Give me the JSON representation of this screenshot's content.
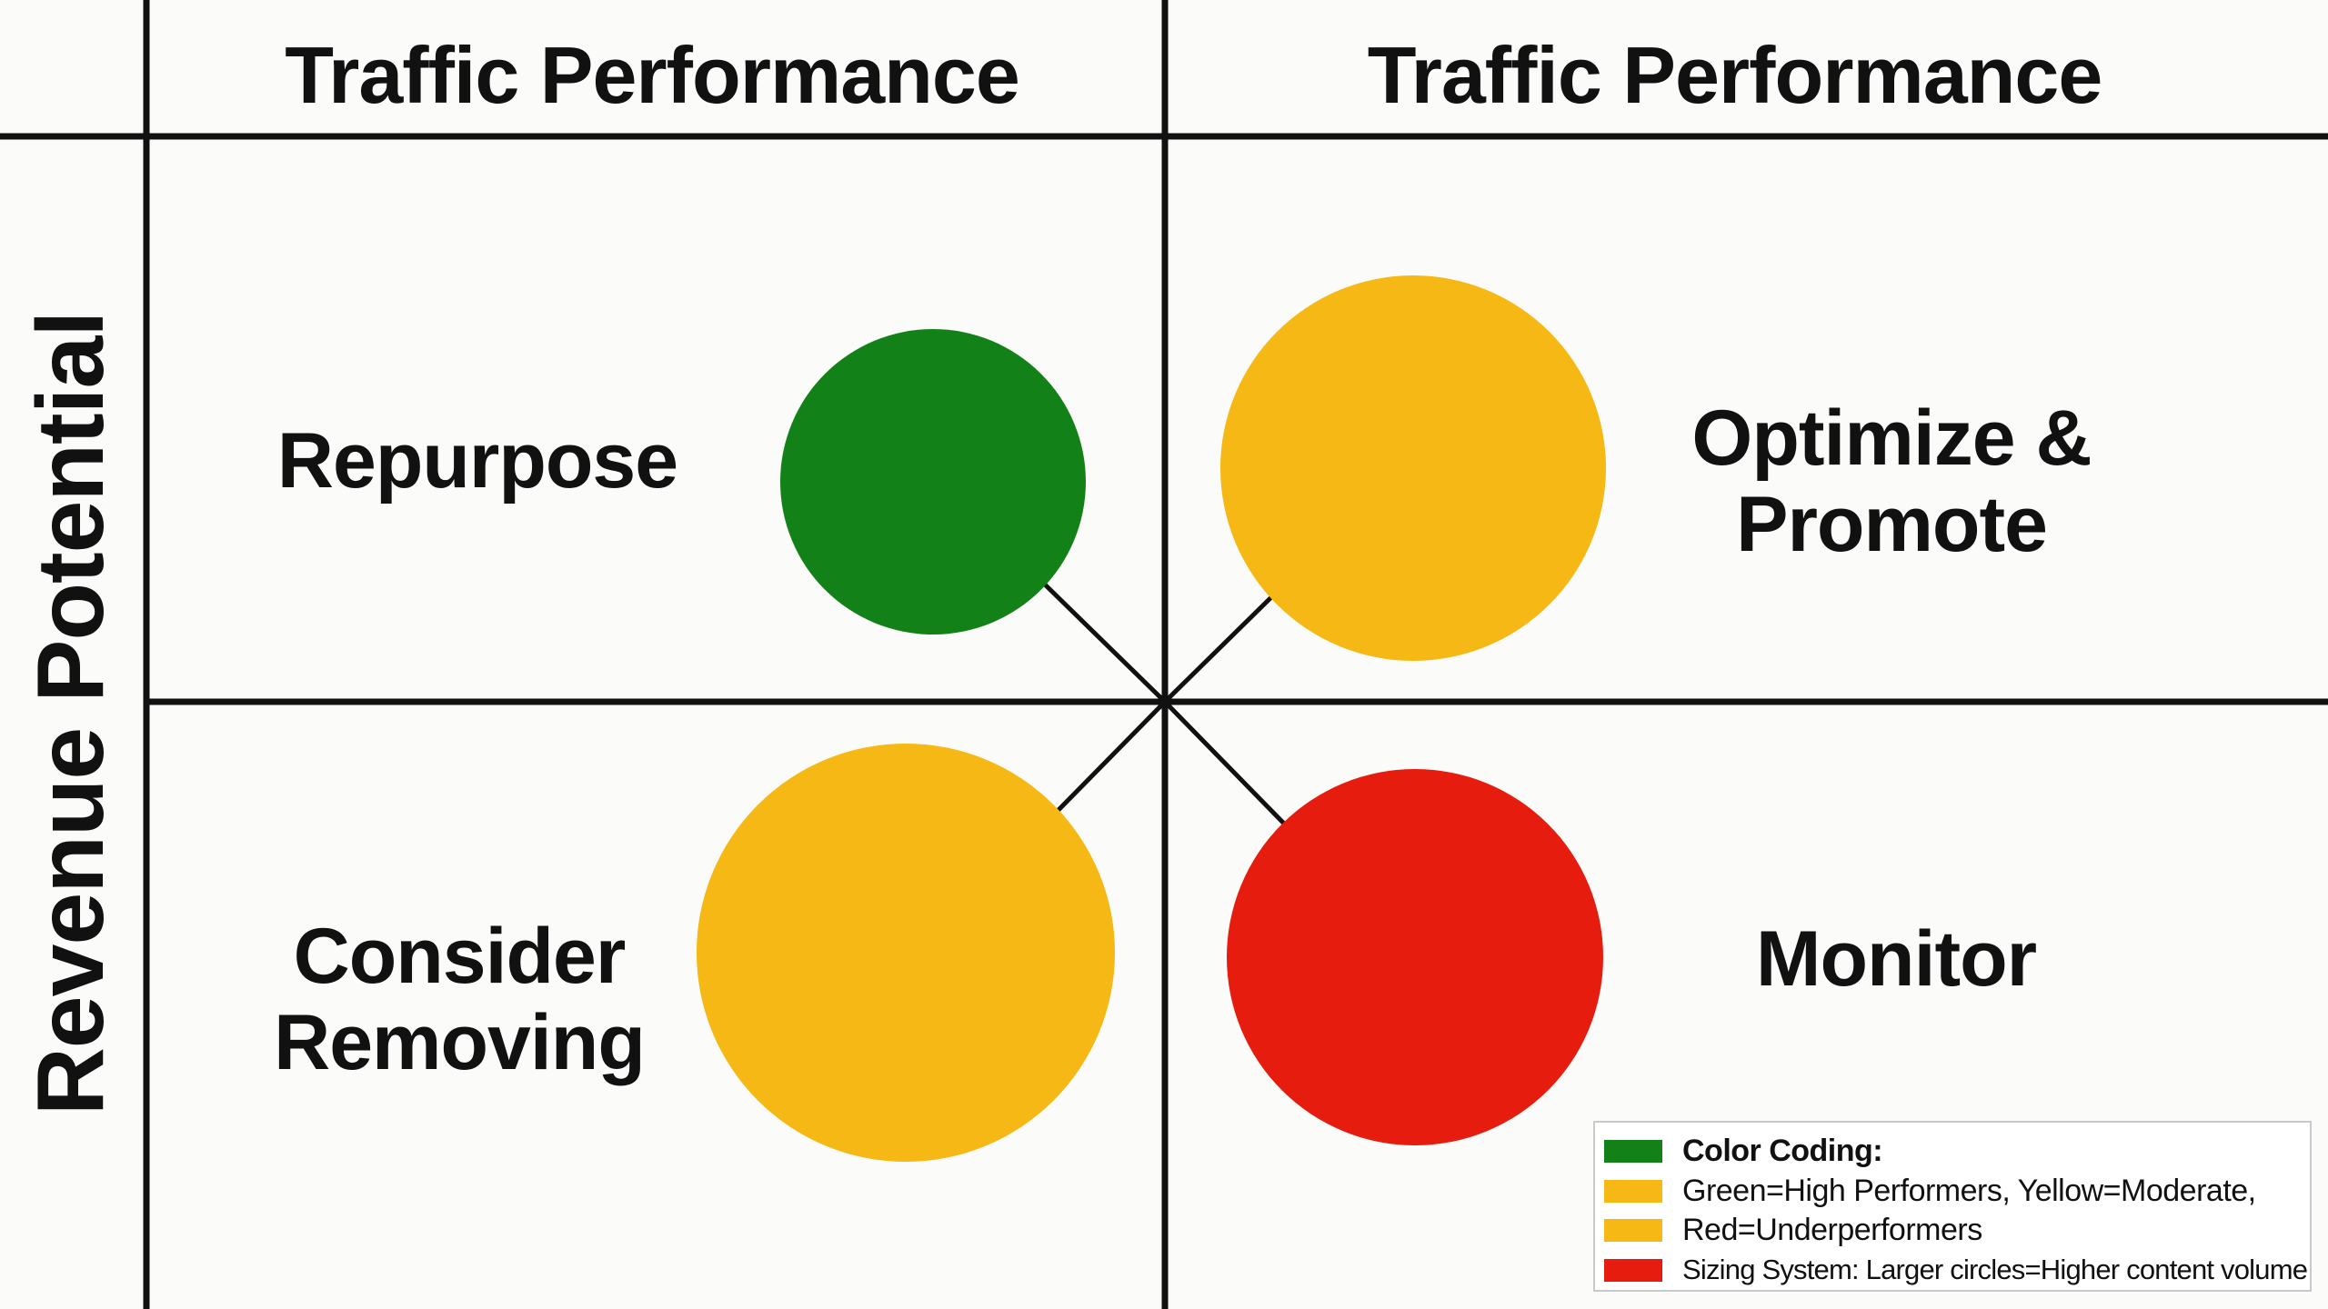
{
  "header": {
    "left_title": "Traffic Performance",
    "right_title": "Traffic Performance"
  },
  "y_axis": {
    "label": "Revenue Potential"
  },
  "quadrants": {
    "top_left": {
      "lines": [
        "Repurpose"
      ],
      "circle_color": "#128117"
    },
    "top_right": {
      "lines": [
        "Optimize &",
        "Promote"
      ],
      "circle_color": "#f5b814"
    },
    "bottom_left": {
      "lines": [
        "Consider",
        "Removing"
      ],
      "circle_color": "#f5b814"
    },
    "bottom_right": {
      "lines": [
        "Monitor"
      ],
      "circle_color": "#e51c0e"
    }
  },
  "legend": {
    "items": [
      {
        "text": "Color Coding:",
        "color": "#128117"
      },
      {
        "text": "Green=High Performers, Yellow=Moderate,",
        "color": "#f5b814"
      },
      {
        "text": "Red=Underperformers",
        "color": "#f5b814"
      },
      {
        "text": "Sizing System: Larger circles=Higher content volume",
        "color": "#e51c0e"
      }
    ]
  },
  "colors": {
    "background": "#fbfbfa",
    "grid_line": "#111111",
    "green": "#128117",
    "yellow": "#f5b814",
    "red": "#e51c0e"
  }
}
